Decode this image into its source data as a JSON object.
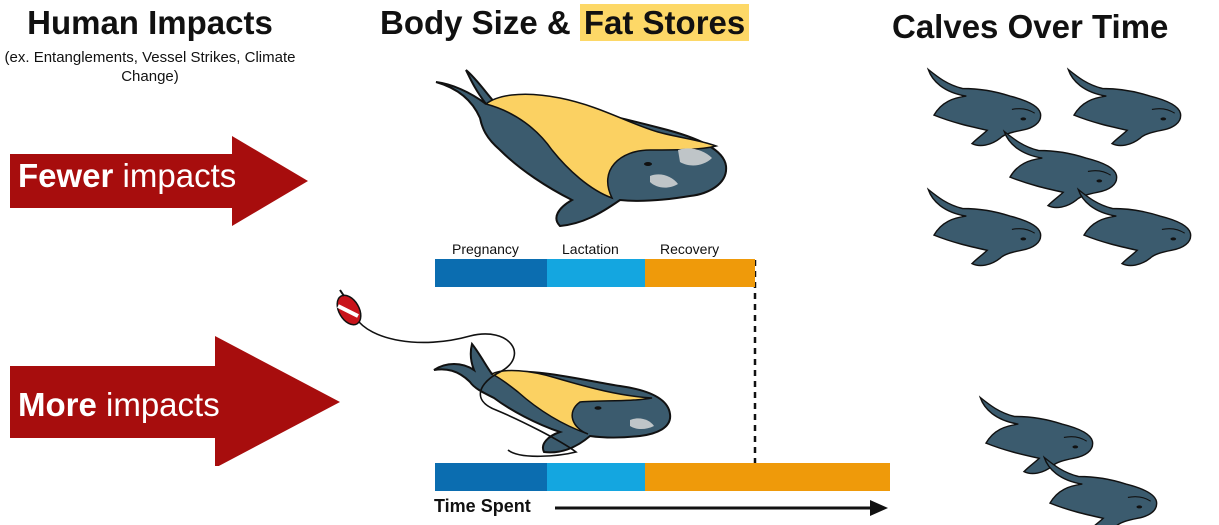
{
  "headers": {
    "left": "Human Impacts",
    "left_sub": "(ex. Entanglements, Vessel Strikes, Climate Change)",
    "middle_prefix": "Body Size & ",
    "middle_highlight": "Fat Stores",
    "right": "Calves Over Time"
  },
  "arrows": {
    "fewer": {
      "bold": "Fewer",
      "rest": " impacts"
    },
    "more": {
      "bold": "More",
      "rest": " impacts"
    }
  },
  "timeline": {
    "labels": [
      "Pregnancy",
      "Lactation",
      "Recovery"
    ],
    "time_label": "Time Spent"
  },
  "colors": {
    "arrow": "#a70d0d",
    "pregnancy": "#0b6db0",
    "lactation": "#14a6e0",
    "recovery": "#ef9a0a",
    "whale": "#3b5b6e",
    "fat": "#fbd162",
    "highlight": "#fdd867"
  }
}
